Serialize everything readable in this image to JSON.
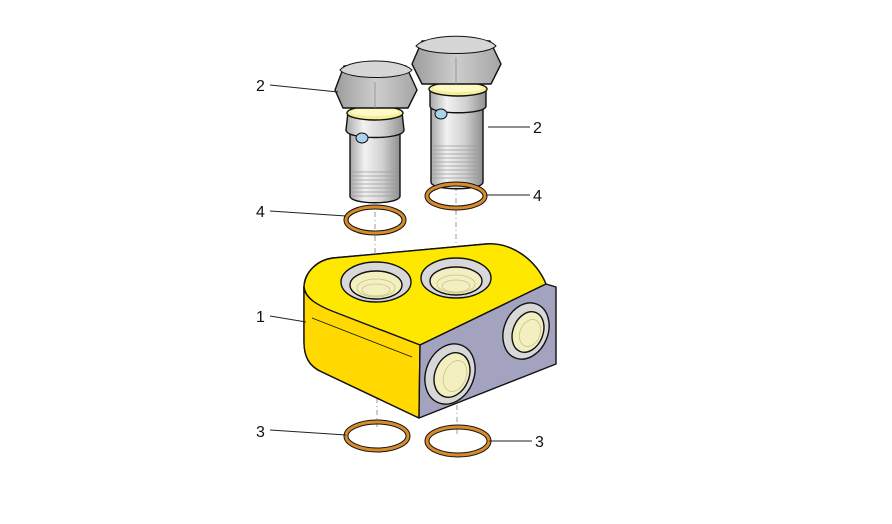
{
  "callouts": [
    {
      "id": "block",
      "text": "1"
    },
    {
      "id": "bolt-left",
      "text": "2"
    },
    {
      "id": "bolt-right",
      "text": "2"
    },
    {
      "id": "washer-bottom-left",
      "text": "3"
    },
    {
      "id": "washer-bottom-right",
      "text": "3"
    },
    {
      "id": "washer-top-left",
      "text": "4"
    },
    {
      "id": "washer-top-right",
      "text": "4"
    }
  ],
  "colors": {
    "block_top": "#ffe600",
    "block_side": "#ffd800",
    "block_face": "#a3a3c0",
    "thread": "#f3efc0",
    "seat": "#d8d8d8",
    "bolt_metal": "#cfcfcf",
    "bolt_head": "#bdbdbd",
    "washer": "#d98a2b",
    "seal_ring": "#f4ef96",
    "outline": "#111111"
  }
}
